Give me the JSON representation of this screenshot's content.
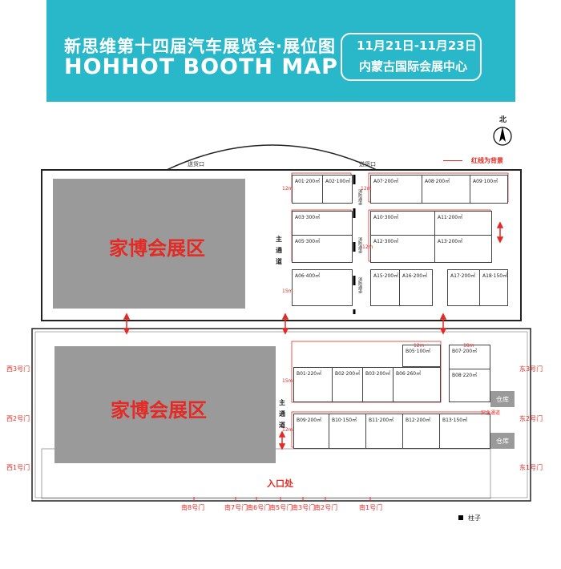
{
  "header": {
    "title_cn": "新思维第十四届汽车展览会·展位图",
    "title_en": "HOHHOT BOOTH MAP",
    "dates": "11月21日-11月23日",
    "venue": "内蒙古国际会展中心"
  },
  "legend": {
    "north": "北",
    "red_line_label": "红线为背景",
    "pillar_label": "柱子"
  },
  "zones": {
    "home_expo_top": "家博会展区",
    "home_expo_bottom": "家博会展区"
  },
  "aisles": {
    "main_top": "主\n通\n道",
    "main_bottom": "主\n通\n道",
    "fire_1": "消防通道",
    "fire_2": "消防通道",
    "fire_3": "消防通道"
  },
  "entrance": "入口处",
  "misc": {
    "loading_left": "送货口",
    "loading_right": "送货口",
    "storage_1": "仓库",
    "storage_2": "仓库",
    "safety_exit": "安全通道"
  },
  "booths_a": [
    {
      "id": "A01",
      "label": "A01·200㎡"
    },
    {
      "id": "A02",
      "label": "A02·100㎡"
    },
    {
      "id": "A03",
      "label": "A03·300㎡"
    },
    {
      "id": "A05",
      "label": "A05·300㎡"
    },
    {
      "id": "A06",
      "label": "A06·400㎡"
    },
    {
      "id": "A07",
      "label": "A07·200㎡"
    },
    {
      "id": "A08",
      "label": "A08·200㎡"
    },
    {
      "id": "A09",
      "label": "A09·100㎡"
    },
    {
      "id": "A10",
      "label": "A10·300㎡"
    },
    {
      "id": "A11",
      "label": "A11·200㎡"
    },
    {
      "id": "A12",
      "label": "A12·300㎡"
    },
    {
      "id": "A13",
      "label": "A13·200㎡"
    },
    {
      "id": "A15",
      "label": "A15·200㎡"
    },
    {
      "id": "A16",
      "label": "A16·200㎡"
    },
    {
      "id": "A17",
      "label": "A17·200㎡"
    },
    {
      "id": "A18",
      "label": "A18·150㎡"
    }
  ],
  "booths_b": [
    {
      "id": "B01",
      "label": "B01·220㎡"
    },
    {
      "id": "B02",
      "label": "B02·200㎡"
    },
    {
      "id": "B03",
      "label": "B03·200㎡"
    },
    {
      "id": "B06",
      "label": "B06·260㎡"
    },
    {
      "id": "B05",
      "label": "B05·100㎡"
    },
    {
      "id": "B07",
      "label": "B07·200㎡"
    },
    {
      "id": "B08",
      "label": "B08·220㎡"
    },
    {
      "id": "B09",
      "label": "B09·200㎡"
    },
    {
      "id": "B10",
      "label": "B10·150㎡"
    },
    {
      "id": "B11",
      "label": "B11·200㎡"
    },
    {
      "id": "B12",
      "label": "B12·200㎡"
    },
    {
      "id": "B13",
      "label": "B13·150㎡"
    }
  ],
  "doors": {
    "west3": "西3号门",
    "west2": "西2号门",
    "west1": "西1号门",
    "east3": "东3号门",
    "east2": "东2号门",
    "east1": "东1号门",
    "south8": "南8号门",
    "south7": "南7号门",
    "south6": "南6号门",
    "south5": "南5号门",
    "south3": "南3号门",
    "south2": "南2号门",
    "south1": "南1号门"
  },
  "dimensions": {
    "d1": "12m",
    "d2": "12m",
    "d3": "12m",
    "d4": "15m",
    "d5": "12m",
    "d6": "15m",
    "d7": "12m",
    "d8": "18m"
  }
}
